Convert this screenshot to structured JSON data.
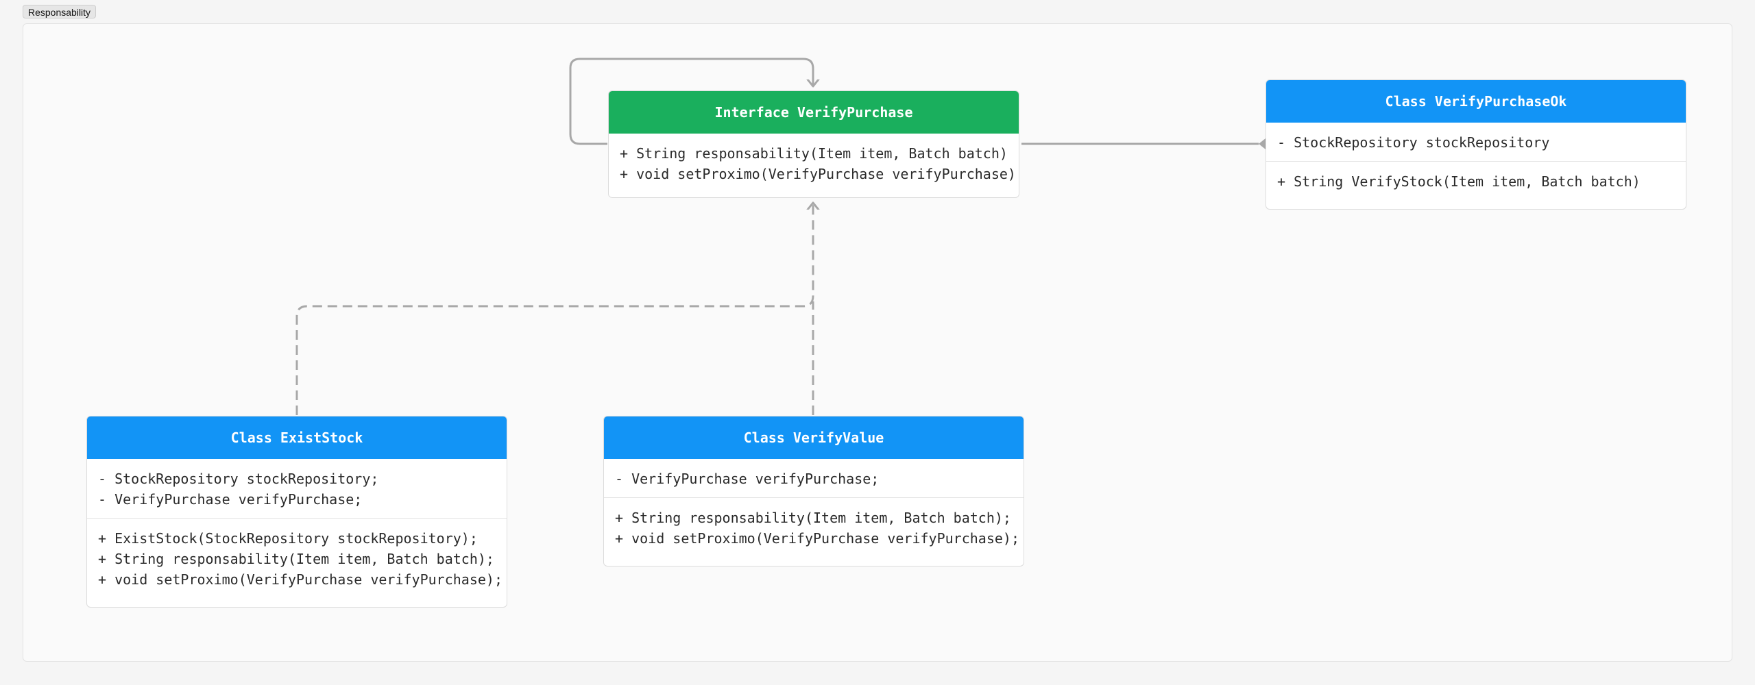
{
  "tab": {
    "label": "Responsability"
  },
  "colors": {
    "interface_header": "#1aaf5d",
    "class_header": "#1294f6",
    "edge": "#a8a8a8"
  },
  "nodes": {
    "verify_purchase": {
      "title": "Interface VerifyPurchase",
      "attributes": [],
      "methods": [
        "+ String responsability(Item item, Batch batch)",
        "+ void setProximo(VerifyPurchase verifyPurchase)"
      ]
    },
    "verify_purchase_ok": {
      "title": "Class VerifyPurchaseOk",
      "attributes": [
        "- StockRepository stockRepository"
      ],
      "methods": [
        "+ String VerifyStock(Item item, Batch batch)"
      ]
    },
    "exist_stock": {
      "title": "Class ExistStock",
      "attributes": [
        "- StockRepository stockRepository;",
        "- VerifyPurchase verifyPurchase;"
      ],
      "methods": [
        "+ ExistStock(StockRepository stockRepository);",
        "+ String responsability(Item item, Batch batch);",
        "+ void setProximo(VerifyPurchase verifyPurchase);"
      ]
    },
    "verify_value": {
      "title": "Class VerifyValue",
      "attributes": [
        "- VerifyPurchase verifyPurchase;"
      ],
      "methods": [
        "+ String responsability(Item item, Batch batch);",
        "+ void setProximo(VerifyPurchase verifyPurchase);"
      ]
    }
  }
}
